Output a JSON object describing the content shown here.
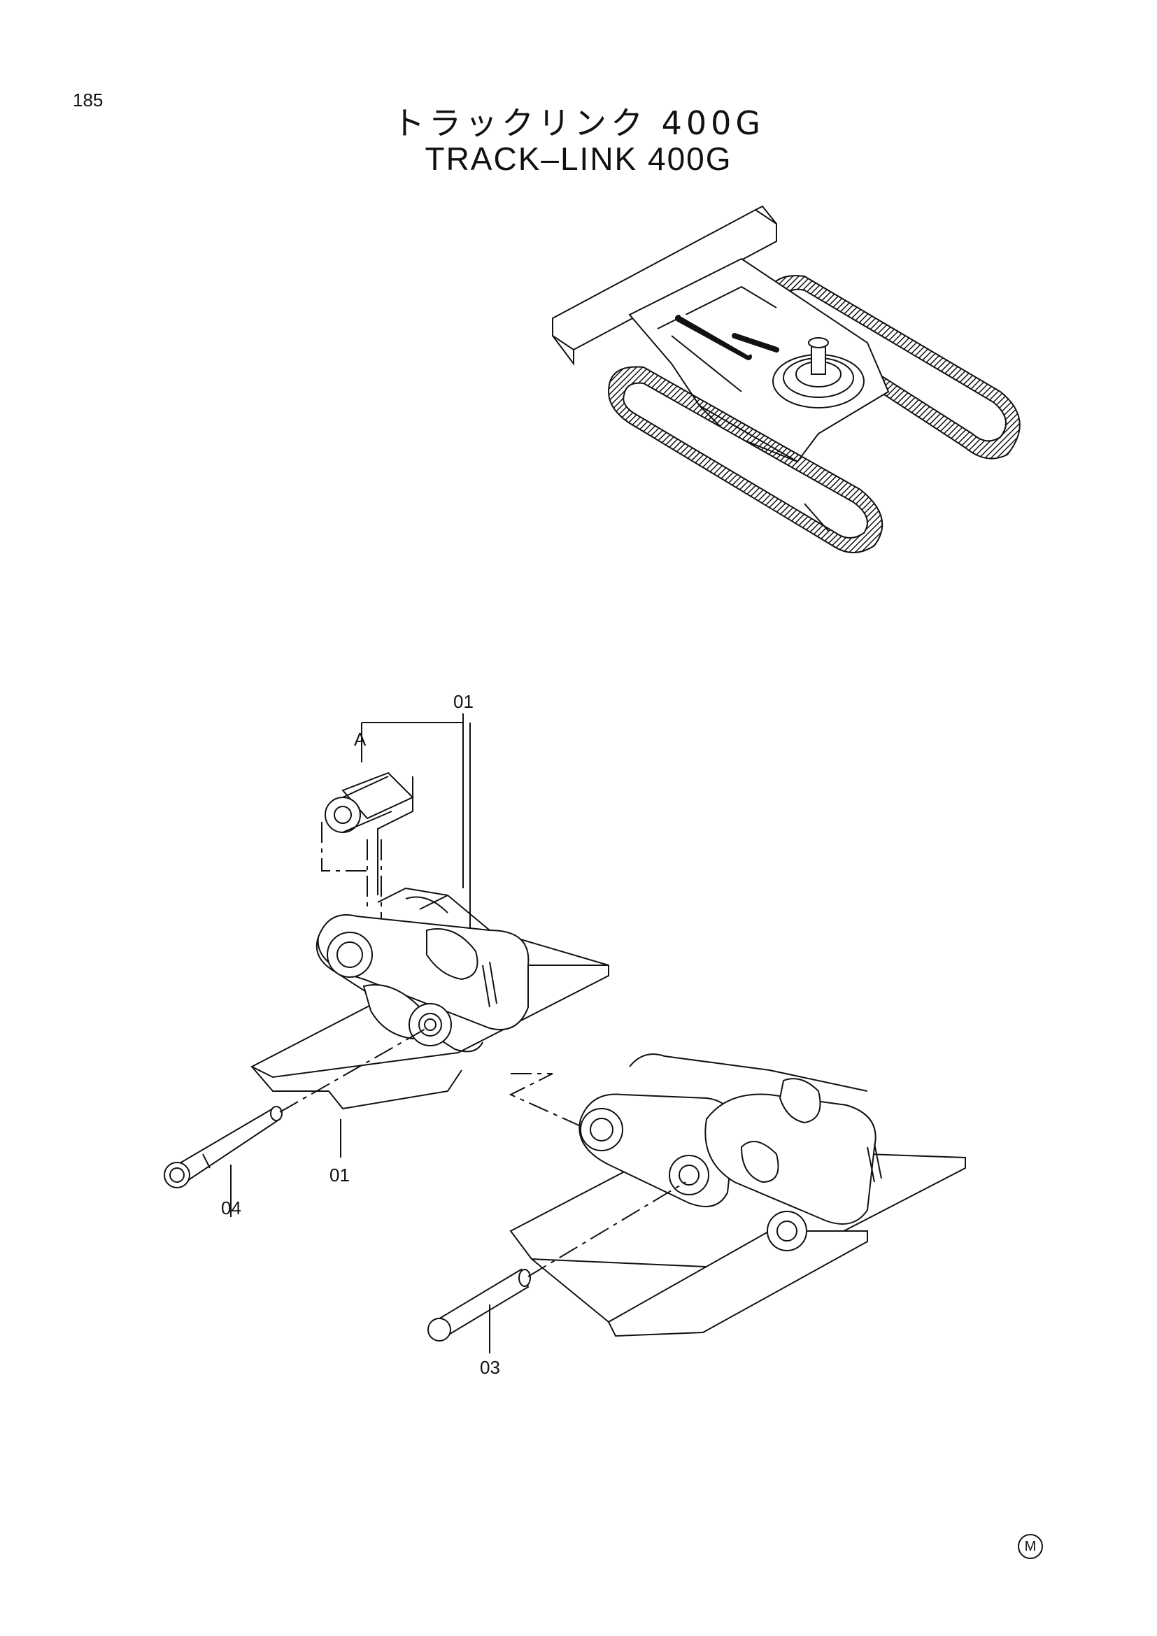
{
  "page": {
    "number": "185",
    "title_ja": "トラックリンク 400G",
    "title_en": "TRACK–LINK 400G"
  },
  "callouts": [
    {
      "id": "A",
      "text": "A"
    },
    {
      "id": "01-top",
      "text": "01"
    },
    {
      "id": "01-bottom",
      "text": "01"
    },
    {
      "id": "04",
      "text": "04"
    },
    {
      "id": "03",
      "text": "03"
    }
  ],
  "mark": "M"
}
